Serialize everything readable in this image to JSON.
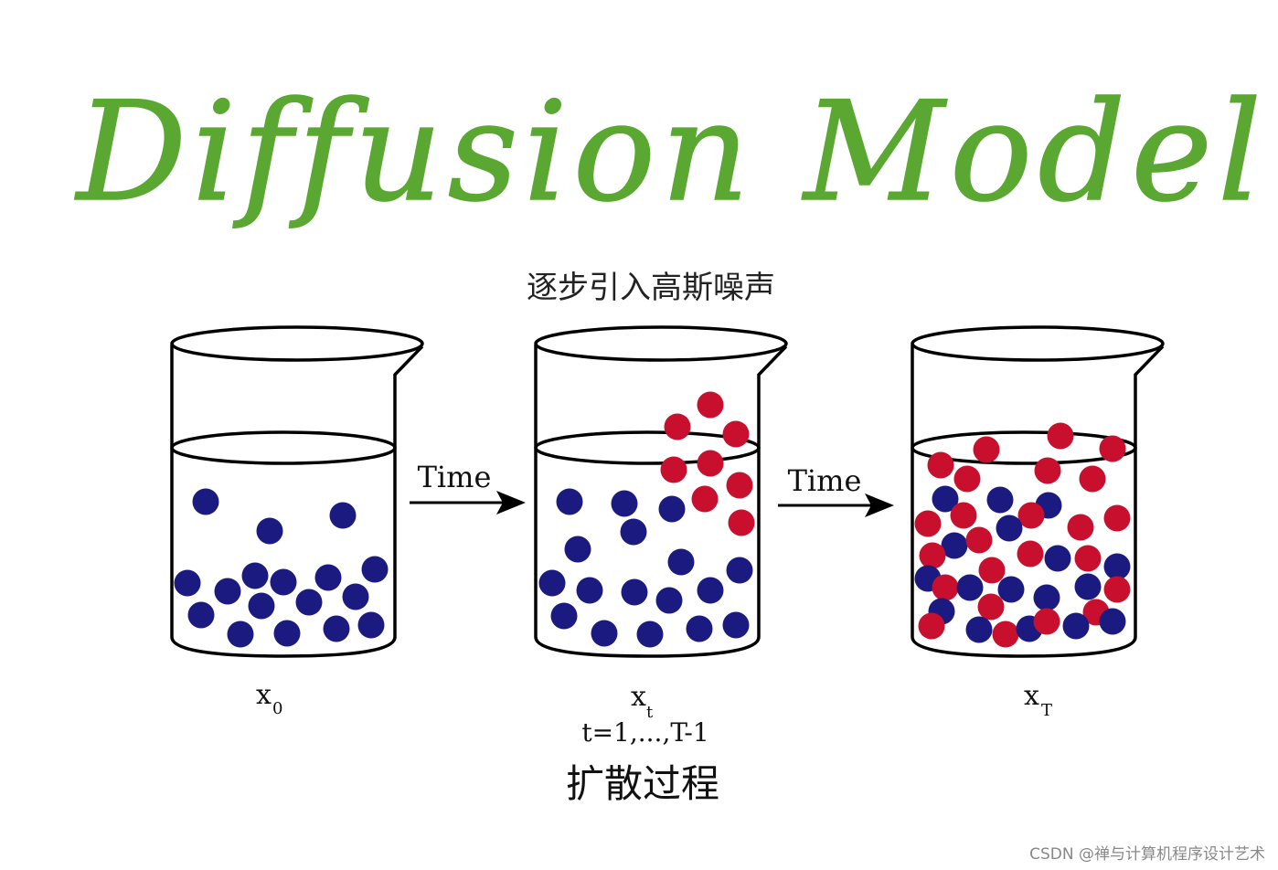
{
  "title": "Diffusion Model",
  "subtitle": "逐步引入高斯噪声",
  "arrow_label_1": "Time",
  "arrow_label_2": "Time",
  "beaker_0": {
    "label_main": "x",
    "label_sub": "0"
  },
  "beaker_t": {
    "label_main": "x",
    "label_sub": "t",
    "range_text": "t=1,...,T-1"
  },
  "beaker_T": {
    "label_main": "x",
    "label_sub": "T"
  },
  "process_label": "扩散过程",
  "watermark": "CSDN @禅与计算机程序设计艺术",
  "colors": {
    "title_green": "#5aa832",
    "blue_particle": "#1a1a80",
    "red_particle": "#c8102e",
    "outline": "#000000"
  }
}
